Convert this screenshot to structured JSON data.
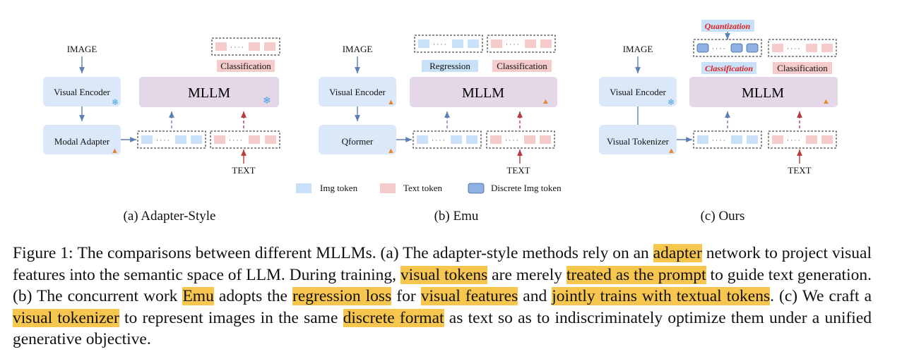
{
  "panels": [
    {
      "caption": "(a) Adapter-Style",
      "image_label": "IMAGE",
      "encoder": "Visual Encoder",
      "adapter": "Modal Adapter",
      "mllm": "MLLM",
      "text_label": "TEXT",
      "head_label": "Classification"
    },
    {
      "caption": "(b) Emu",
      "image_label": "IMAGE",
      "encoder": "Visual Encoder",
      "adapter": "Qformer",
      "mllm": "MLLM",
      "text_label": "TEXT",
      "regression_label": "Regression",
      "head_label": "Classification"
    },
    {
      "caption": "(c) Ours",
      "image_label": "IMAGE",
      "encoder": "Visual Encoder",
      "adapter": "Visual Tokenizer",
      "mllm": "MLLM",
      "text_label": "TEXT",
      "quant_label": "Quantization",
      "img_head_label": "Classification",
      "head_label": "Classification"
    }
  ],
  "ellipsis": "· · · ·",
  "legend": {
    "img": "Img token",
    "text": "Text token",
    "discrete": "Discrete Img token"
  },
  "colors": {
    "box_blue": "#dae8f9",
    "mllm_purple": "#e3d7e8",
    "img_token": "#c9e1f8",
    "text_token": "#f5cbcb",
    "discrete_token": "#8eb0e3",
    "red_accent": "#e02020",
    "highlight": "#f7c64e"
  },
  "caption": {
    "label": "Figure 1:",
    "segments": [
      {
        "text": "The comparisons between different MLLMs. (a) The adapter-style methods rely on an ",
        "hl": false
      },
      {
        "text": "adapter",
        "hl": true
      },
      {
        "text": " network to project visual features into the semantic space of LLM. During training, ",
        "hl": false
      },
      {
        "text": "visual tokens",
        "hl": true
      },
      {
        "text": " are merely ",
        "hl": false
      },
      {
        "text": "treated as the prompt",
        "hl": true
      },
      {
        "text": " to guide text generation. (b) The concurrent work ",
        "hl": false
      },
      {
        "text": "Emu",
        "hl": true
      },
      {
        "text": " adopts the ",
        "hl": false
      },
      {
        "text": "regression loss",
        "hl": true
      },
      {
        "text": " for ",
        "hl": false
      },
      {
        "text": "visual features",
        "hl": true
      },
      {
        "text": " and ",
        "hl": false
      },
      {
        "text": "jointly trains with textual tokens",
        "hl": true
      },
      {
        "text": ". (c) We craft a ",
        "hl": false
      },
      {
        "text": "visual tokenizer",
        "hl": true
      },
      {
        "text": " to represent images in the same ",
        "hl": false
      },
      {
        "text": "discrete format",
        "hl": true
      },
      {
        "text": " as text so as to indiscriminately optimize them under a unified generative objective.",
        "hl": false
      }
    ]
  }
}
